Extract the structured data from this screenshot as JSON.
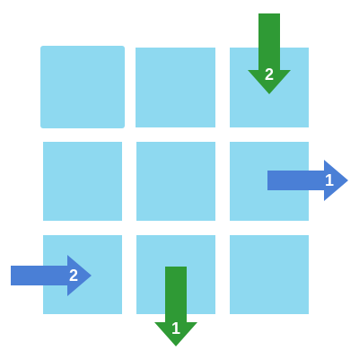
{
  "diagram": {
    "colors": {
      "cell_fill": "#8ed9f0",
      "down_arrow_fill": "#2f9a35",
      "right_arrow_fill": "#4a7fd6",
      "label_text": "#ffffff"
    },
    "grid": {
      "rows": 3,
      "cols": 3
    },
    "arrows": [
      {
        "id": "top-down-arrow",
        "direction": "down",
        "label": "2",
        "color": "#2f9a35"
      },
      {
        "id": "middle-right-arrow",
        "direction": "right",
        "label": "1",
        "color": "#4a7fd6"
      },
      {
        "id": "left-right-arrow",
        "direction": "right",
        "label": "2",
        "color": "#4a7fd6"
      },
      {
        "id": "bottom-down-arrow",
        "direction": "down",
        "label": "1",
        "color": "#2f9a35"
      }
    ]
  }
}
